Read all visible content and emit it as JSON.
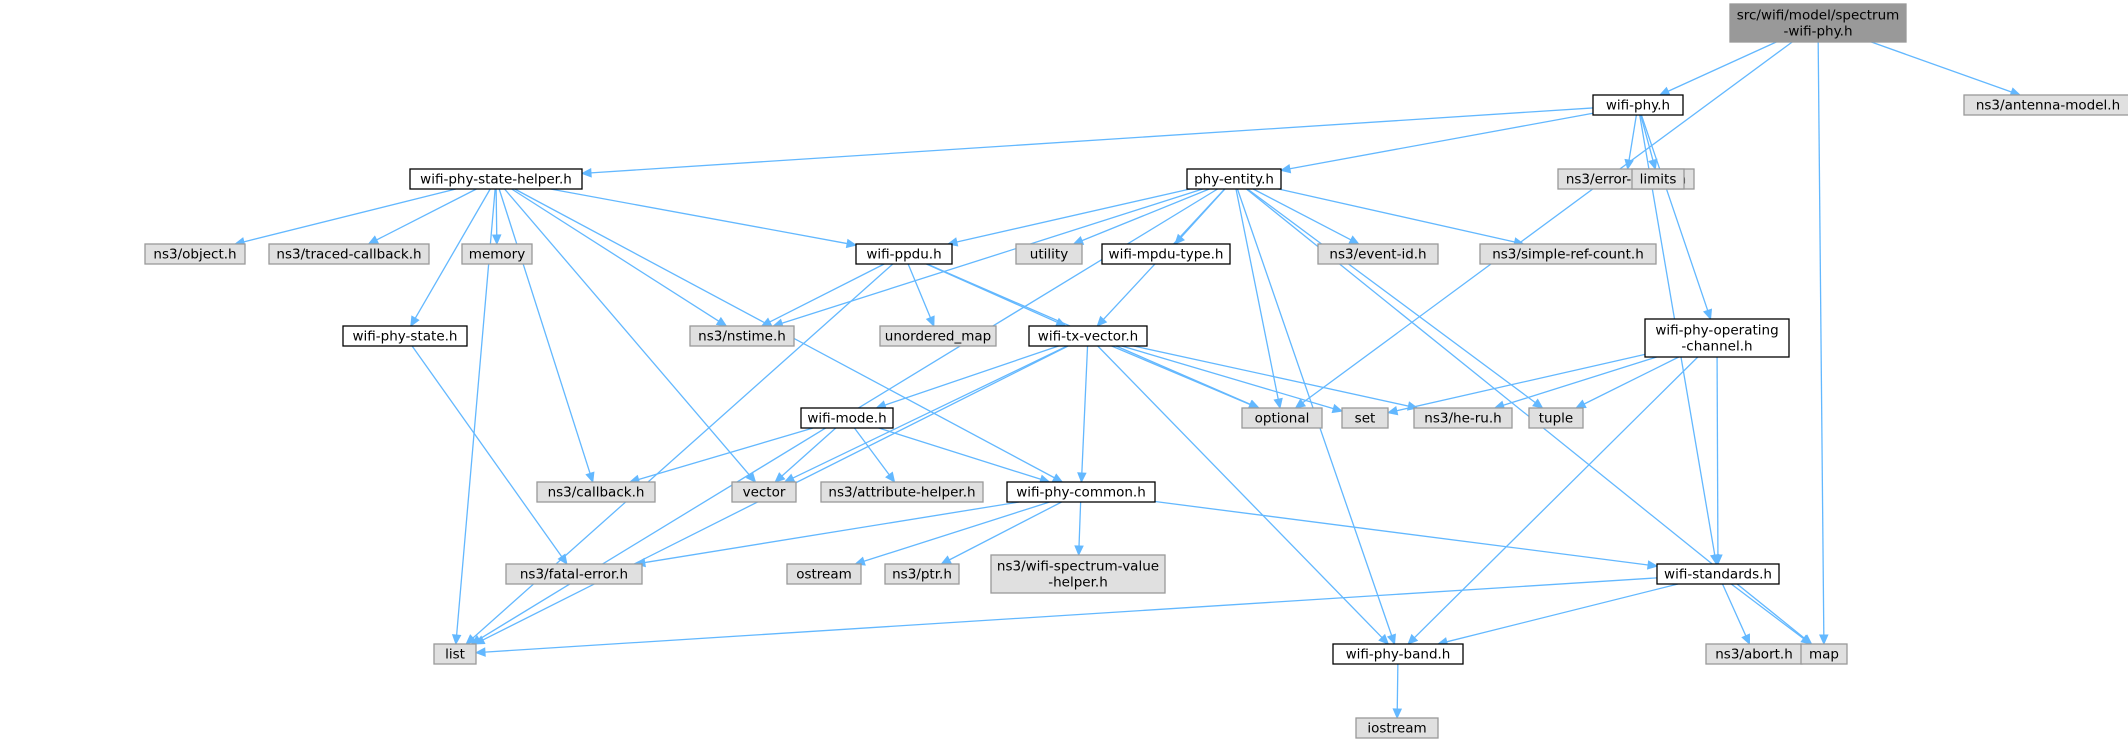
{
  "diagram": {
    "colors": {
      "edge": "#63b8ff",
      "root_fill": "#999999",
      "node_fill": "#ffffff",
      "node_border": "#000000",
      "external_fill": "#e0e0e0",
      "external_border": "#999999"
    },
    "nodes": [
      {
        "id": "root",
        "lines": [
          "src/wifi/model/spectrum",
          "-wifi-phy.h"
        ],
        "kind": "root"
      },
      {
        "id": "wifi_phy",
        "lines": [
          "wifi-phy.h"
        ],
        "kind": "local"
      },
      {
        "id": "antenna_model",
        "lines": [
          "ns3/antenna-model.h"
        ],
        "kind": "external"
      },
      {
        "id": "phy_state_helper",
        "lines": [
          "wifi-phy-state-helper.h"
        ],
        "kind": "local"
      },
      {
        "id": "phy_entity",
        "lines": [
          "phy-entity.h"
        ],
        "kind": "local"
      },
      {
        "id": "error_model",
        "lines": [
          "ns3/error-model.h"
        ],
        "kind": "external"
      },
      {
        "id": "limits",
        "lines": [
          "limits"
        ],
        "kind": "external"
      },
      {
        "id": "object",
        "lines": [
          "ns3/object.h"
        ],
        "kind": "external"
      },
      {
        "id": "traced_callback",
        "lines": [
          "ns3/traced-callback.h"
        ],
        "kind": "external"
      },
      {
        "id": "memory",
        "lines": [
          "memory"
        ],
        "kind": "external"
      },
      {
        "id": "wifi_ppdu",
        "lines": [
          "wifi-ppdu.h"
        ],
        "kind": "local"
      },
      {
        "id": "utility",
        "lines": [
          "utility"
        ],
        "kind": "external"
      },
      {
        "id": "mpdu_type",
        "lines": [
          "wifi-mpdu-type.h"
        ],
        "kind": "local"
      },
      {
        "id": "event_id",
        "lines": [
          "ns3/event-id.h"
        ],
        "kind": "external"
      },
      {
        "id": "simple_ref_count",
        "lines": [
          "ns3/simple-ref-count.h"
        ],
        "kind": "external"
      },
      {
        "id": "phy_state",
        "lines": [
          "wifi-phy-state.h"
        ],
        "kind": "local"
      },
      {
        "id": "nstime",
        "lines": [
          "ns3/nstime.h"
        ],
        "kind": "external"
      },
      {
        "id": "unordered_map",
        "lines": [
          "unordered_map"
        ],
        "kind": "external"
      },
      {
        "id": "tx_vector",
        "lines": [
          "wifi-tx-vector.h"
        ],
        "kind": "local"
      },
      {
        "id": "operating_channel",
        "lines": [
          "wifi-phy-operating",
          "-channel.h"
        ],
        "kind": "local"
      },
      {
        "id": "optional",
        "lines": [
          "optional"
        ],
        "kind": "external"
      },
      {
        "id": "set",
        "lines": [
          "set"
        ],
        "kind": "external"
      },
      {
        "id": "he_ru",
        "lines": [
          "ns3/he-ru.h"
        ],
        "kind": "external"
      },
      {
        "id": "tuple",
        "lines": [
          "tuple"
        ],
        "kind": "external"
      },
      {
        "id": "wifi_mode",
        "lines": [
          "wifi-mode.h"
        ],
        "kind": "local"
      },
      {
        "id": "callback",
        "lines": [
          "ns3/callback.h"
        ],
        "kind": "external"
      },
      {
        "id": "vector",
        "lines": [
          "vector"
        ],
        "kind": "external"
      },
      {
        "id": "attribute_helper",
        "lines": [
          "ns3/attribute-helper.h"
        ],
        "kind": "external"
      },
      {
        "id": "phy_common",
        "lines": [
          "wifi-phy-common.h"
        ],
        "kind": "local"
      },
      {
        "id": "fatal_error",
        "lines": [
          "ns3/fatal-error.h"
        ],
        "kind": "external"
      },
      {
        "id": "ostream",
        "lines": [
          "ostream"
        ],
        "kind": "external"
      },
      {
        "id": "ptr",
        "lines": [
          "ns3/ptr.h"
        ],
        "kind": "external"
      },
      {
        "id": "spectrum_value_helper",
        "lines": [
          "ns3/wifi-spectrum-value",
          "-helper.h"
        ],
        "kind": "external"
      },
      {
        "id": "wifi_standards",
        "lines": [
          "wifi-standards.h"
        ],
        "kind": "local"
      },
      {
        "id": "list",
        "lines": [
          "list"
        ],
        "kind": "external"
      },
      {
        "id": "phy_band",
        "lines": [
          "wifi-phy-band.h"
        ],
        "kind": "local"
      },
      {
        "id": "abort",
        "lines": [
          "ns3/abort.h"
        ],
        "kind": "external"
      },
      {
        "id": "map",
        "lines": [
          "map"
        ],
        "kind": "external"
      },
      {
        "id": "iostream",
        "lines": [
          "iostream"
        ],
        "kind": "external"
      }
    ],
    "edges": [
      [
        "root",
        "wifi_phy"
      ],
      [
        "root",
        "antenna_model"
      ],
      [
        "root",
        "optional"
      ],
      [
        "root",
        "map"
      ],
      [
        "wifi_phy",
        "phy_state_helper"
      ],
      [
        "wifi_phy",
        "phy_entity"
      ],
      [
        "wifi_phy",
        "error_model"
      ],
      [
        "wifi_phy",
        "limits"
      ],
      [
        "wifi_phy",
        "operating_channel"
      ],
      [
        "wifi_phy",
        "wifi_standards"
      ],
      [
        "phy_state_helper",
        "object"
      ],
      [
        "phy_state_helper",
        "traced_callback"
      ],
      [
        "phy_state_helper",
        "memory"
      ],
      [
        "phy_state_helper",
        "wifi_ppdu"
      ],
      [
        "phy_state_helper",
        "phy_state"
      ],
      [
        "phy_state_helper",
        "nstime"
      ],
      [
        "phy_state_helper",
        "vector"
      ],
      [
        "phy_state_helper",
        "list"
      ],
      [
        "phy_state_helper",
        "callback"
      ],
      [
        "phy_state_helper",
        "phy_common"
      ],
      [
        "phy_entity",
        "wifi_ppdu"
      ],
      [
        "phy_entity",
        "utility"
      ],
      [
        "phy_entity",
        "mpdu_type"
      ],
      [
        "phy_entity",
        "event_id"
      ],
      [
        "phy_entity",
        "simple_ref_count"
      ],
      [
        "phy_entity",
        "nstime"
      ],
      [
        "phy_entity",
        "tx_vector"
      ],
      [
        "phy_entity",
        "optional"
      ],
      [
        "phy_entity",
        "tuple"
      ],
      [
        "phy_entity",
        "map"
      ],
      [
        "phy_entity",
        "list"
      ],
      [
        "phy_entity",
        "phy_band"
      ],
      [
        "wifi_ppdu",
        "nstime"
      ],
      [
        "wifi_ppdu",
        "unordered_map"
      ],
      [
        "wifi_ppdu",
        "tx_vector"
      ],
      [
        "wifi_ppdu",
        "optional"
      ],
      [
        "wifi_ppdu",
        "list"
      ],
      [
        "phy_state",
        "fatal_error"
      ],
      [
        "tx_vector",
        "wifi_mode"
      ],
      [
        "tx_vector",
        "phy_common"
      ],
      [
        "tx_vector",
        "optional"
      ],
      [
        "tx_vector",
        "set"
      ],
      [
        "tx_vector",
        "he_ru"
      ],
      [
        "tx_vector",
        "vector"
      ],
      [
        "tx_vector",
        "list"
      ],
      [
        "tx_vector",
        "phy_band"
      ],
      [
        "operating_channel",
        "set"
      ],
      [
        "operating_channel",
        "he_ru"
      ],
      [
        "operating_channel",
        "tuple"
      ],
      [
        "operating_channel",
        "wifi_standards"
      ],
      [
        "operating_channel",
        "phy_band"
      ],
      [
        "wifi_mode",
        "callback"
      ],
      [
        "wifi_mode",
        "vector"
      ],
      [
        "wifi_mode",
        "attribute_helper"
      ],
      [
        "wifi_mode",
        "phy_common"
      ],
      [
        "phy_common",
        "fatal_error"
      ],
      [
        "phy_common",
        "ostream"
      ],
      [
        "phy_common",
        "ptr"
      ],
      [
        "phy_common",
        "spectrum_value_helper"
      ],
      [
        "phy_common",
        "wifi_standards"
      ],
      [
        "wifi_standards",
        "list"
      ],
      [
        "wifi_standards",
        "phy_band"
      ],
      [
        "wifi_standards",
        "abort"
      ],
      [
        "wifi_standards",
        "map"
      ],
      [
        "phy_band",
        "iostream"
      ]
    ]
  }
}
